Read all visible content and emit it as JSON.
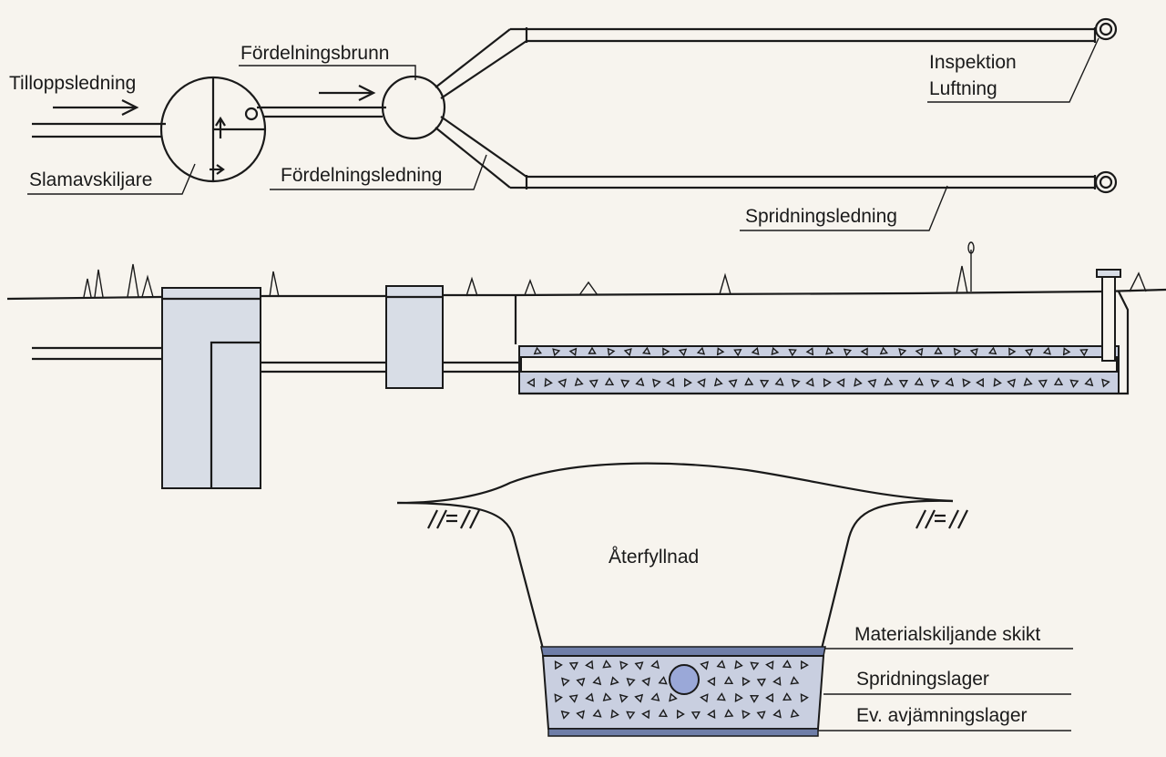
{
  "labels": {
    "inlet": "Tilloppsledning",
    "distribution_well": "Fördelningsbrunn",
    "septic_tank": "Slamavskiljare",
    "distribution_pipe": "Fördelningsledning",
    "inspection": "Inspektion",
    "ventilation": "Luftning",
    "spreading_pipe": "Spridningsledning",
    "backfill": "Återfyllnad",
    "separating_layer": "Materialskiljande skikt",
    "spreading_layer": "Spridningslager",
    "leveling_layer": "Ev. avjämningslager"
  },
  "colors": {
    "line": "#1a1a1a",
    "tank_fill": "#d8dde6",
    "gravel_fill": "#c9cfe0",
    "layer_band": "#6f7ea8",
    "pipe_fill": "#9aa8d8",
    "paper": "#f7f4ee"
  },
  "icons": [
    "flow-arrow-icon",
    "inspection-cap-icon",
    "ground-hatch-icon",
    "gravel-triangle-icon"
  ]
}
